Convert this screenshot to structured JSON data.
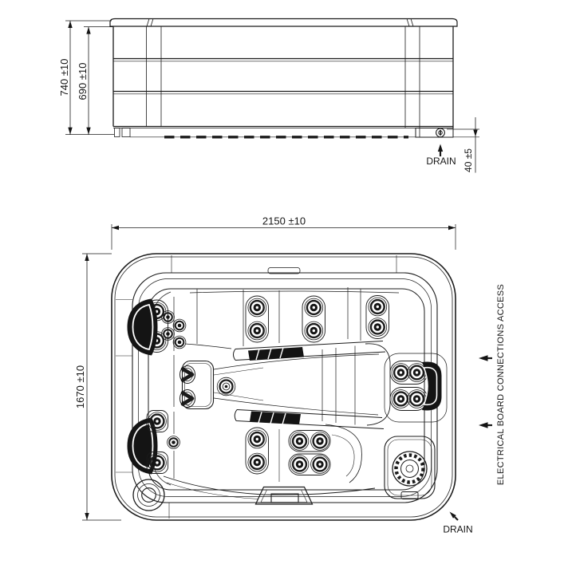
{
  "drawing": {
    "background": "#ffffff",
    "line_color": "#1b1b1b"
  },
  "side_view": {
    "dim_overall_height": "740 ±10",
    "dim_shell_height": "690 ±10",
    "dim_drain_clearance": "40 ±5",
    "drain_label": "DRAIN"
  },
  "plan_view": {
    "dim_width": "2150 ±10",
    "dim_depth": "1670 ±10",
    "electrical_label": "ELECTRICAL BOARD CONNECTIONS ACCESS",
    "drain_label": "DRAIN"
  }
}
